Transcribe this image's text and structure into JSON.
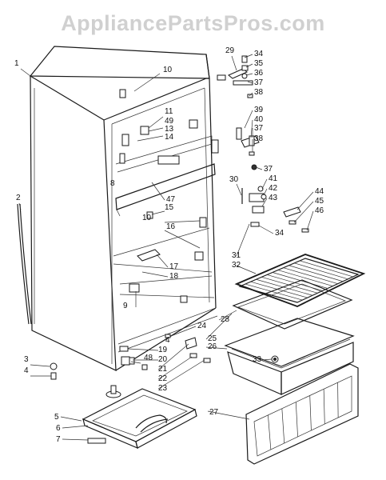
{
  "watermark": "AppliancePartsPros.com",
  "diagram": {
    "labels": [
      {
        "id": "l1",
        "text": "1"
      },
      {
        "id": "l2",
        "text": "2"
      },
      {
        "id": "l3",
        "text": "3"
      },
      {
        "id": "l4a",
        "text": "4"
      },
      {
        "id": "l4b",
        "text": "4"
      },
      {
        "id": "l5",
        "text": "5"
      },
      {
        "id": "l6",
        "text": "6"
      },
      {
        "id": "l7",
        "text": "7"
      },
      {
        "id": "l8",
        "text": "8"
      },
      {
        "id": "l9",
        "text": "9"
      },
      {
        "id": "l10a",
        "text": "10"
      },
      {
        "id": "l10b",
        "text": "10"
      },
      {
        "id": "l11",
        "text": "11"
      },
      {
        "id": "l13",
        "text": "13"
      },
      {
        "id": "l14",
        "text": "14"
      },
      {
        "id": "l15",
        "text": "15"
      },
      {
        "id": "l16",
        "text": "16"
      },
      {
        "id": "l17",
        "text": "17"
      },
      {
        "id": "l18",
        "text": "18"
      },
      {
        "id": "l19",
        "text": "19"
      },
      {
        "id": "l20",
        "text": "20"
      },
      {
        "id": "l21",
        "text": "21"
      },
      {
        "id": "l22",
        "text": "22"
      },
      {
        "id": "l23",
        "text": "23"
      },
      {
        "id": "l24",
        "text": "24"
      },
      {
        "id": "l25",
        "text": "25"
      },
      {
        "id": "l26",
        "text": "26"
      },
      {
        "id": "l27",
        "text": "27"
      },
      {
        "id": "l28",
        "text": "28"
      },
      {
        "id": "l29",
        "text": "29"
      },
      {
        "id": "l30",
        "text": "30"
      },
      {
        "id": "l31",
        "text": "31"
      },
      {
        "id": "l32",
        "text": "32"
      },
      {
        "id": "l33",
        "text": "33"
      },
      {
        "id": "l34a",
        "text": "34"
      },
      {
        "id": "l34b",
        "text": "34"
      },
      {
        "id": "l35",
        "text": "35"
      },
      {
        "id": "l36",
        "text": "36"
      },
      {
        "id": "l37a",
        "text": "37"
      },
      {
        "id": "l37b",
        "text": "37"
      },
      {
        "id": "l37c",
        "text": "37"
      },
      {
        "id": "l38a",
        "text": "38"
      },
      {
        "id": "l38b",
        "text": "38"
      },
      {
        "id": "l39",
        "text": "39"
      },
      {
        "id": "l40",
        "text": "40"
      },
      {
        "id": "l41",
        "text": "41"
      },
      {
        "id": "l42",
        "text": "42"
      },
      {
        "id": "l43",
        "text": "43"
      },
      {
        "id": "l44",
        "text": "44"
      },
      {
        "id": "l45",
        "text": "45"
      },
      {
        "id": "l46",
        "text": "46"
      },
      {
        "id": "l47",
        "text": "47"
      },
      {
        "id": "l48",
        "text": "48"
      },
      {
        "id": "l49",
        "text": "49"
      }
    ]
  }
}
